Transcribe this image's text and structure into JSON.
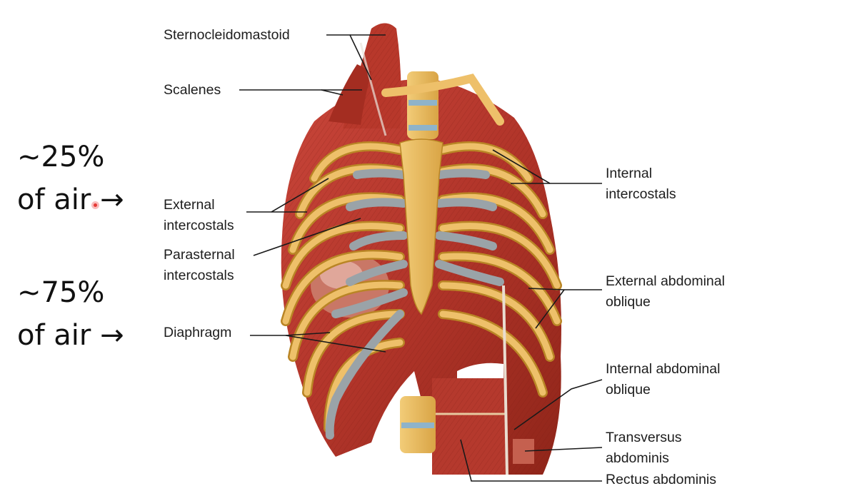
{
  "annotations": {
    "upper_percent": "~25%",
    "upper_suffix": "of air",
    "lower_percent": "~75%",
    "lower_suffix": "of air",
    "arrow": "→"
  },
  "labels": {
    "sternocleidomastoid": "Sternocleidomastoid",
    "scalenes": "Scalenes",
    "external_intercostals_1": "External",
    "external_intercostals_2": "intercostals",
    "parasternal_intercostals_1": "Parasternal",
    "parasternal_intercostals_2": "intercostals",
    "diaphragm": "Diaphragm",
    "internal_intercostals_1": "Internal",
    "internal_intercostals_2": "intercostals",
    "external_abdominal_oblique_1": "External abdominal",
    "external_abdominal_oblique_2": "oblique",
    "internal_abdominal_oblique_1": "Internal abdominal",
    "internal_abdominal_oblique_2": "oblique",
    "transversus_abdominis_1": "Transversus",
    "transversus_abdominis_2": "abdominis",
    "rectus_abdominis": "Rectus abdominis"
  },
  "colors": {
    "muscle": "#b8382b",
    "muscle_dark": "#8e2418",
    "bone": "#e9b95a",
    "bone_edge": "#b98525",
    "cartilage": "#9aa3a8",
    "leader_line": "#1a1a1a"
  }
}
